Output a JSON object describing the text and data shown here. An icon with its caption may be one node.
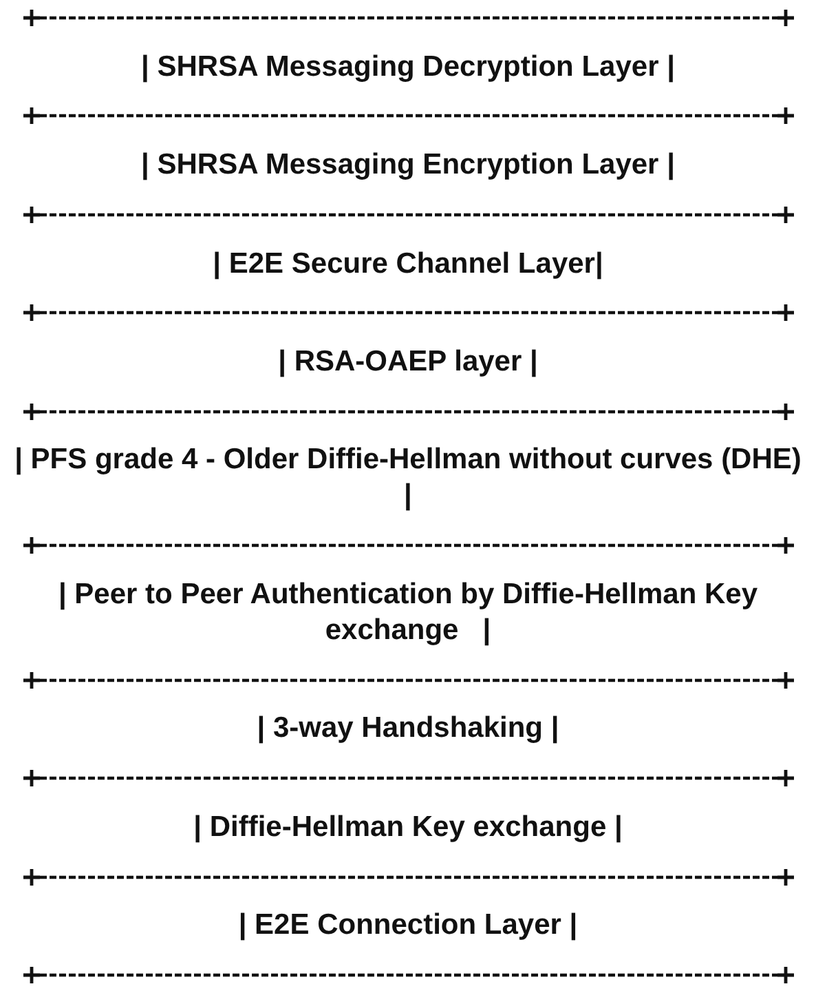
{
  "diagram": {
    "labels": [
      "| SHRSA Messaging Decryption Layer |",
      "| SHRSA Messaging Encryption Layer |",
      "| E2E Secure Channel Layer|",
      "| RSA-OAEP layer |",
      "| PFS grade 4 - Older Diffie-Hellman without curves (DHE)  |",
      "| Peer to Peer Authentication by Diffie-Hellman Key exchange   |",
      "| 3-way Handshaking |",
      "| Diffie-Hellman Key exchange |",
      "| E2E Connection Layer |"
    ]
  }
}
